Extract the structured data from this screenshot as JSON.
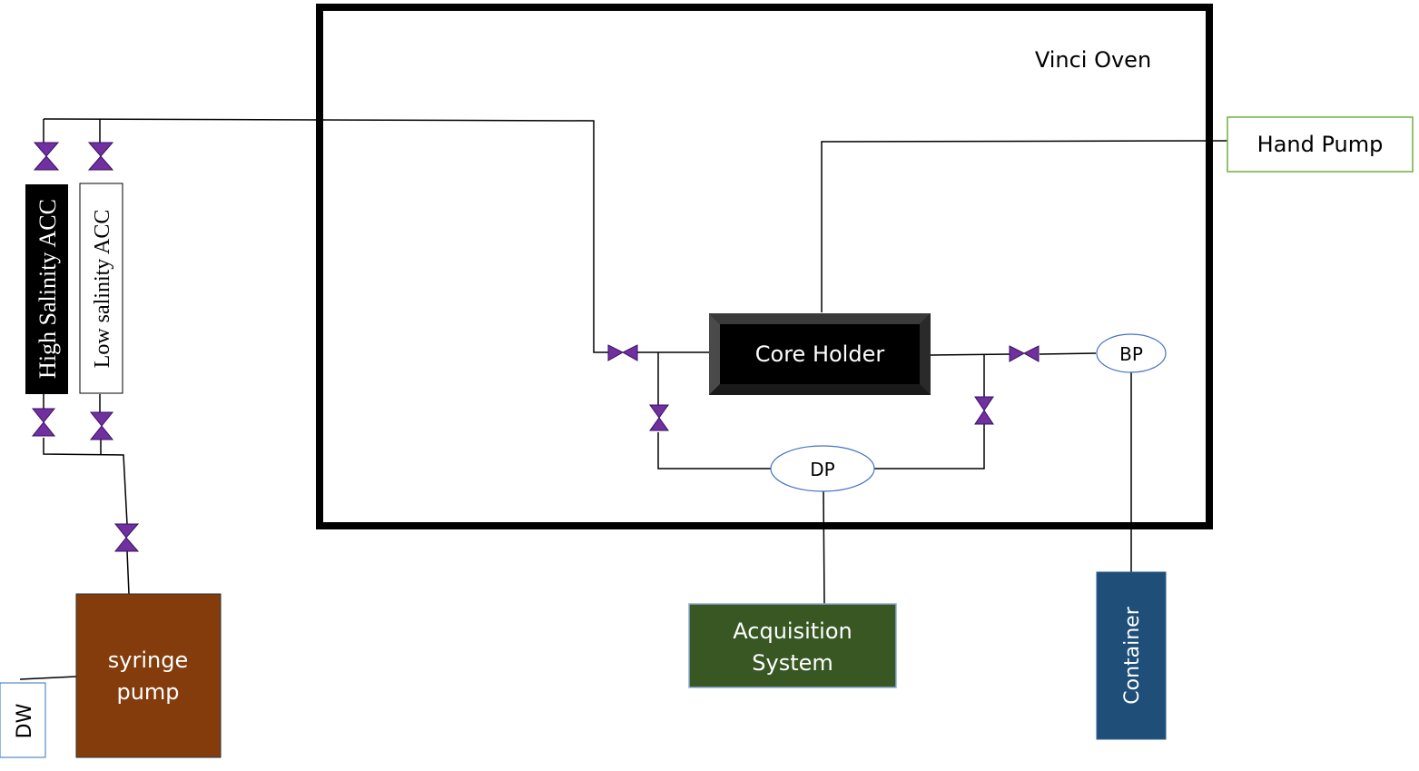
{
  "oven": {
    "label": "Vinci Oven"
  },
  "hand_pump": {
    "label": "Hand Pump"
  },
  "core_holder": {
    "label": "Core Holder"
  },
  "bp": {
    "label": "BP"
  },
  "dp": {
    "label": "DP"
  },
  "acquisition": {
    "line1": "Acquisition",
    "line2": "System"
  },
  "container": {
    "label": "Container"
  },
  "high_acc": {
    "label": "High Salinity ACC"
  },
  "low_acc": {
    "label": "Low salinity ACC"
  },
  "syringe_pump": {
    "line1": "syringe",
    "line2": "pump"
  },
  "dw": {
    "label": "DW"
  },
  "colors": {
    "valve": "#7030a0",
    "syringe_pump": "#843c0c",
    "acquisition": "#385723",
    "container": "#1f4e79",
    "hand_pump_border": "#70ad47",
    "ellipse_border": "#4472c4"
  }
}
